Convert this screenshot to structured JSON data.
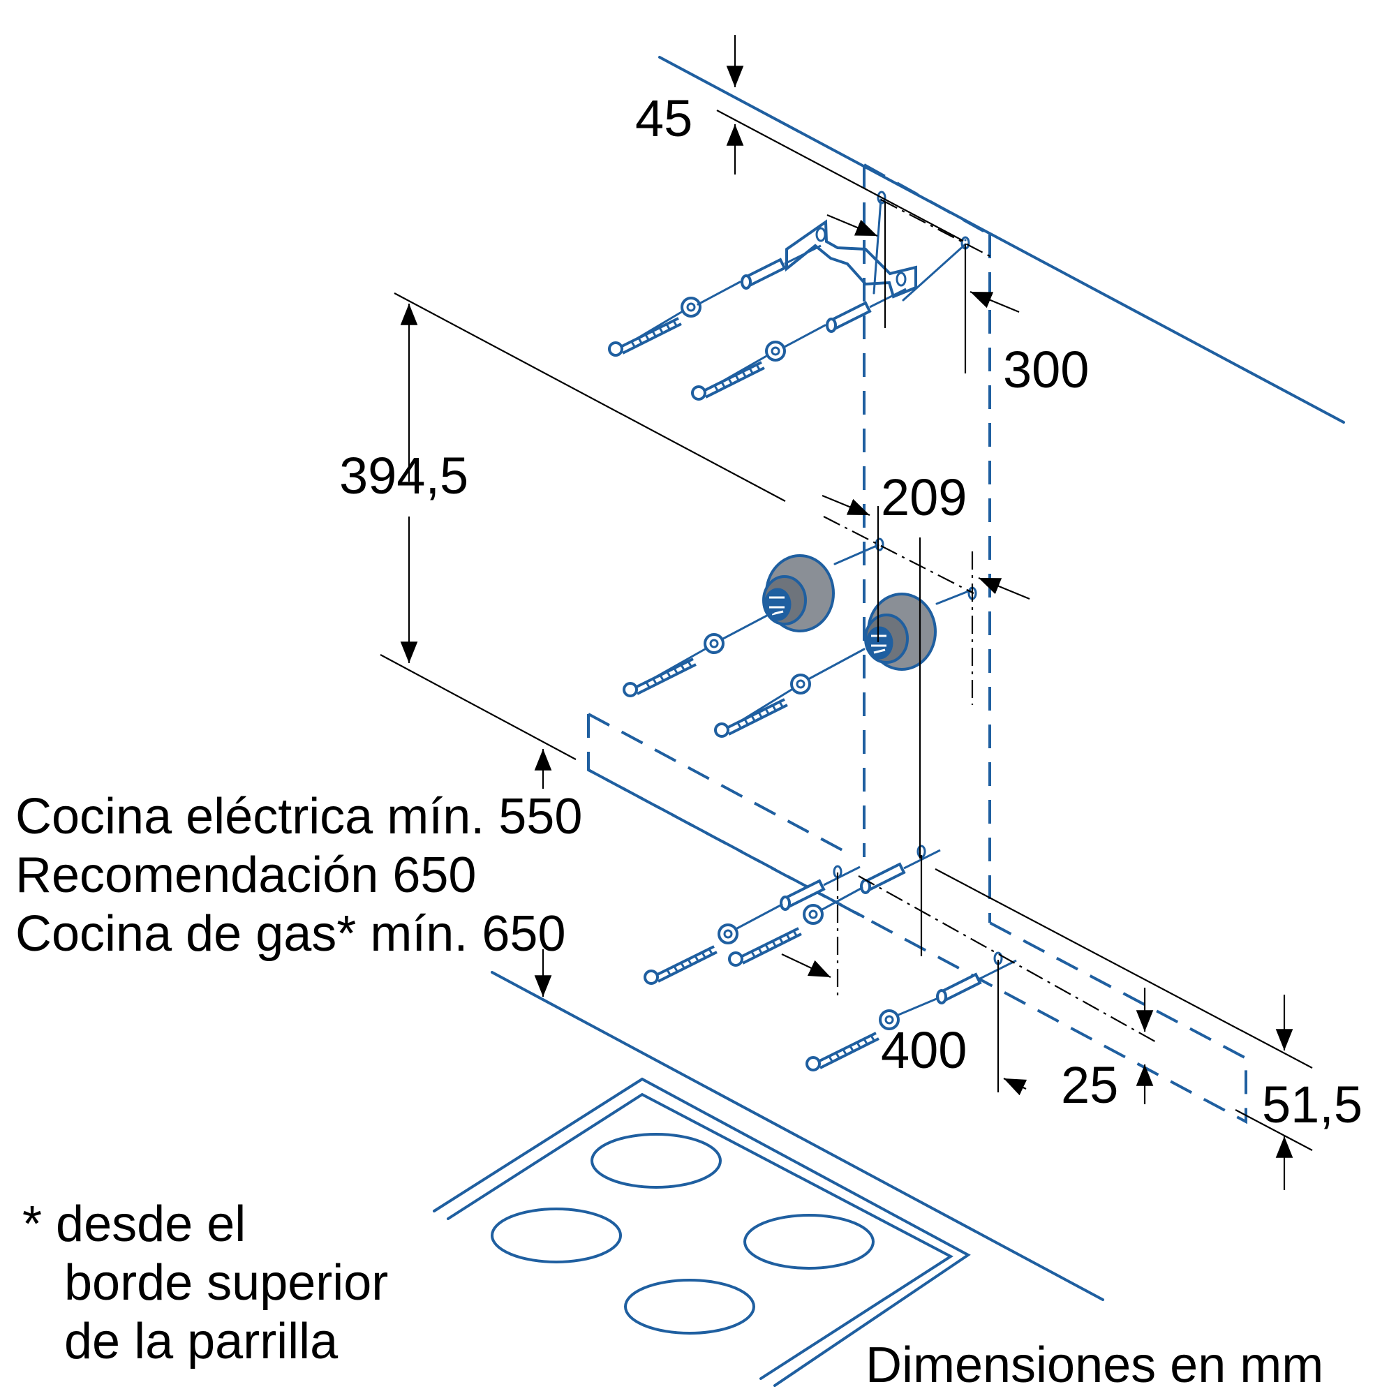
{
  "dimensions": {
    "d45": "45",
    "d300": "300",
    "d394_5": "394,5",
    "d209": "209",
    "d400": "400",
    "d25": "25",
    "d51_5": "51,5"
  },
  "clearance_notes": [
    "Cocina eléctrica mín. 550",
    "Recomendación 650",
    "Cocina de gas* mín. 650"
  ],
  "footnote": [
    "* desde el",
    "borde superior",
    "de la parrilla"
  ],
  "units_label": "Dimensiones en mm",
  "colors": {
    "line_blue": "#1f5fa0",
    "knob_gray": "#8a8f96",
    "text": "#000000"
  },
  "icons": [
    "screw-icon",
    "washer-icon",
    "wall-plug-icon",
    "mounting-bracket-icon",
    "knob-icon",
    "hob-burner-icon"
  ]
}
